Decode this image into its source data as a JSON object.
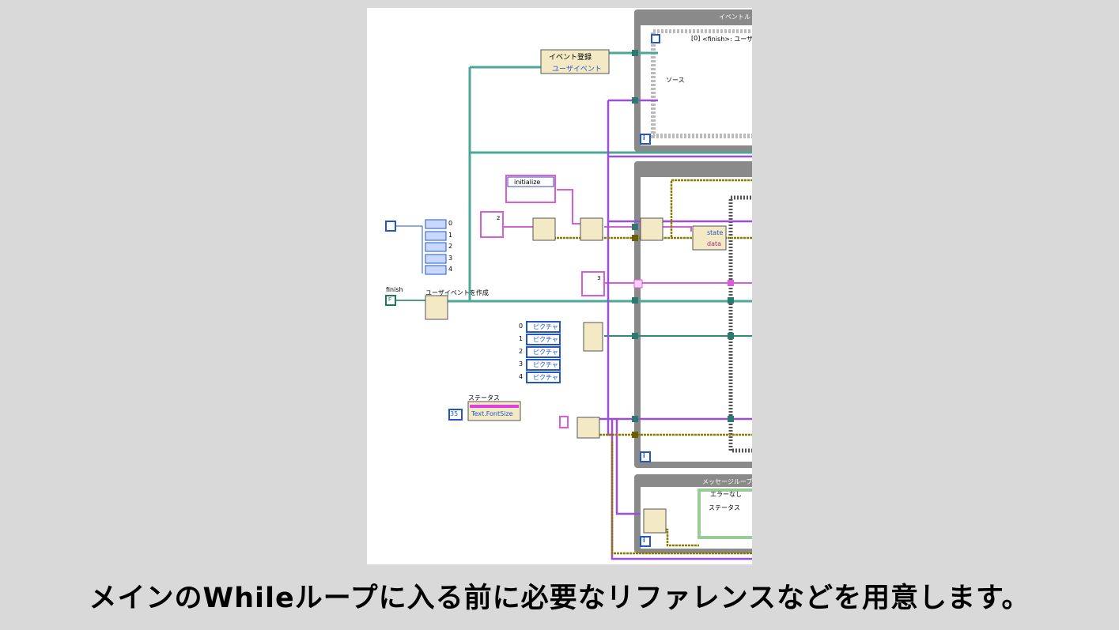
{
  "caption": "メインのWhileループに入る前に必要なリファレンスなどを用意します。",
  "diagram": {
    "event_loop_title": "イベントル",
    "message_loop_title": "メッセージループ",
    "register_events": "イベント登録",
    "user_event_type": "ユーザイベント",
    "event_case": "<finish>: ユーザ",
    "event_case_index": "[0]",
    "source_label": "ソース",
    "enum_value": "initialize",
    "finish_label": "finish",
    "finish_value": "F",
    "create_user_event": "ユーザイベントを作成",
    "status_label": "ステータス",
    "font_size_value": "35",
    "font_size_property": "Text.FontSize",
    "cluster_state": "state",
    "cluster_data": "data",
    "picture_label": "ピクチャ",
    "array_indices": [
      "0",
      "1",
      "2",
      "3",
      "4"
    ],
    "picture_indices": [
      "0",
      "1",
      "2",
      "3",
      "4"
    ],
    "queue_ref_2": "2",
    "queue_ref_3": "3",
    "error_case": "エラーなし",
    "status_label_2": "ステータス",
    "iteration_label": "i"
  }
}
